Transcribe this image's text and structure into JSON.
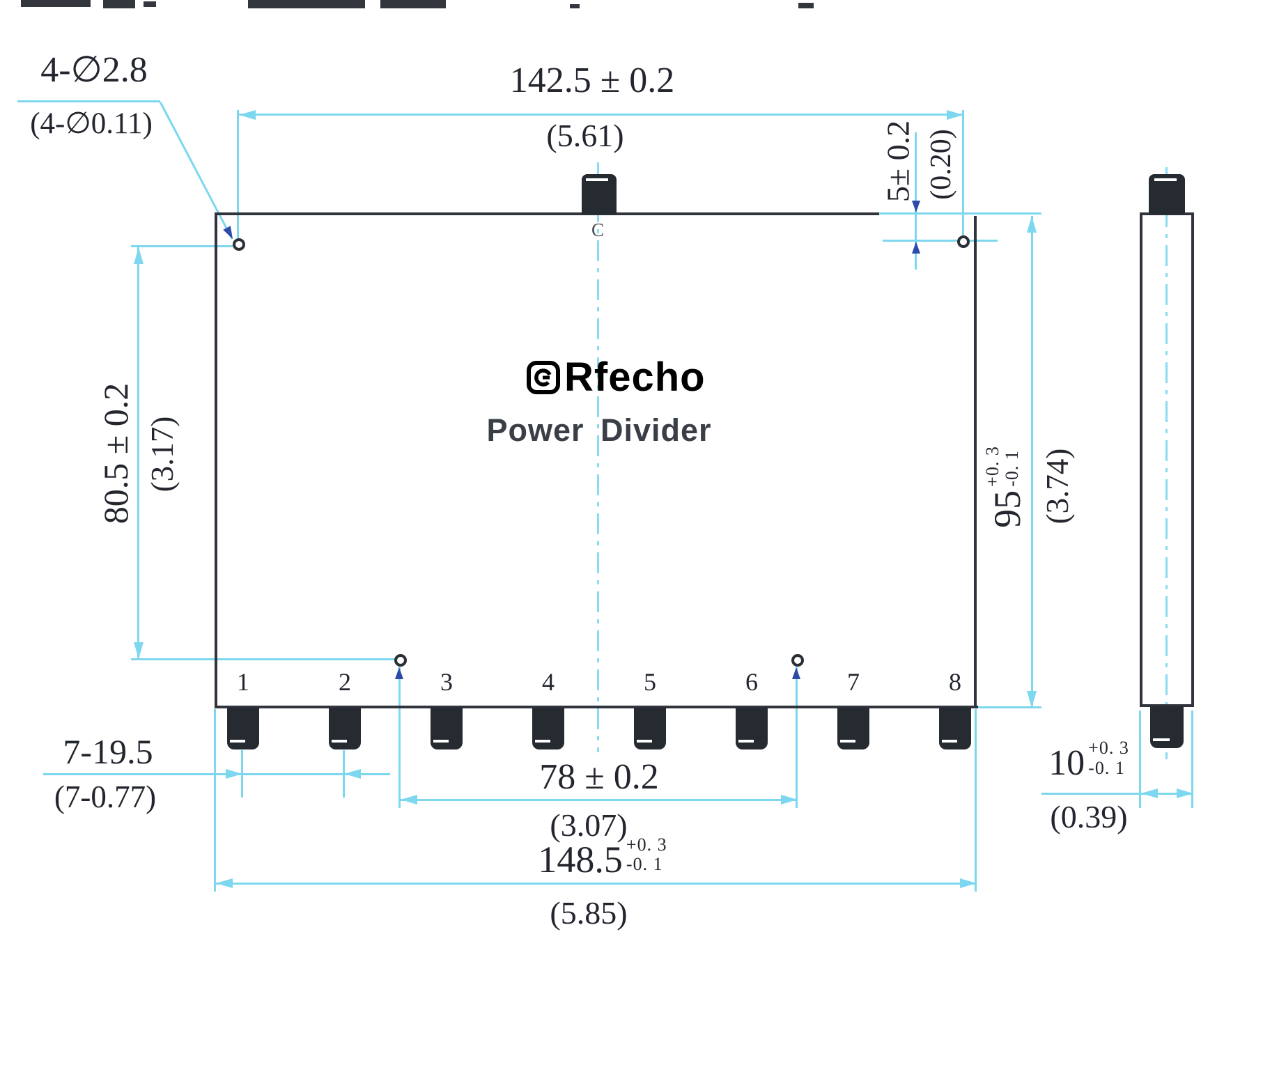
{
  "drawing_title": "Power Divider outline drawing",
  "colors": {
    "dimension_line": "#7dd7ef",
    "centerline": "#8adcf2",
    "ink": "#30343c",
    "accent_arrow": "#2c4ba8"
  },
  "logo": {
    "brand": "Rfecho",
    "subtitle": "Power Divider"
  },
  "center_mark": "C",
  "ports": [
    "1",
    "2",
    "3",
    "4",
    "5",
    "6",
    "7",
    "8"
  ],
  "dims": {
    "mount_holes": {
      "metric": "4-∅2.8",
      "inch": "(4-∅0.11)"
    },
    "hole_span_top": {
      "metric": "142.5 ± 0.2",
      "inch": "(5.61)"
    },
    "hole_edge_offset": {
      "metric": "5± 0.2",
      "inch": "(0.20)"
    },
    "hole_span_left": {
      "metric": "80.5 ± 0.2",
      "inch": "(3.17)"
    },
    "body_height": {
      "metric": "95",
      "tol_plus": "+0. 3",
      "tol_minus": "-0. 1",
      "inch": "(3.74)"
    },
    "port_pitch": {
      "metric": "7-19.5",
      "inch": "(7-0.77)"
    },
    "hole_span_bottom": {
      "metric": "78 ± 0.2",
      "inch": "(3.07)"
    },
    "body_width": {
      "metric": "148.5",
      "tol_plus": "+0. 3",
      "tol_minus": "-0. 1",
      "inch": "(5.85)"
    },
    "body_depth": {
      "metric": "10",
      "tol_plus": "+0. 3",
      "tol_minus": "-0. 1",
      "inch": "(0.39)"
    }
  }
}
